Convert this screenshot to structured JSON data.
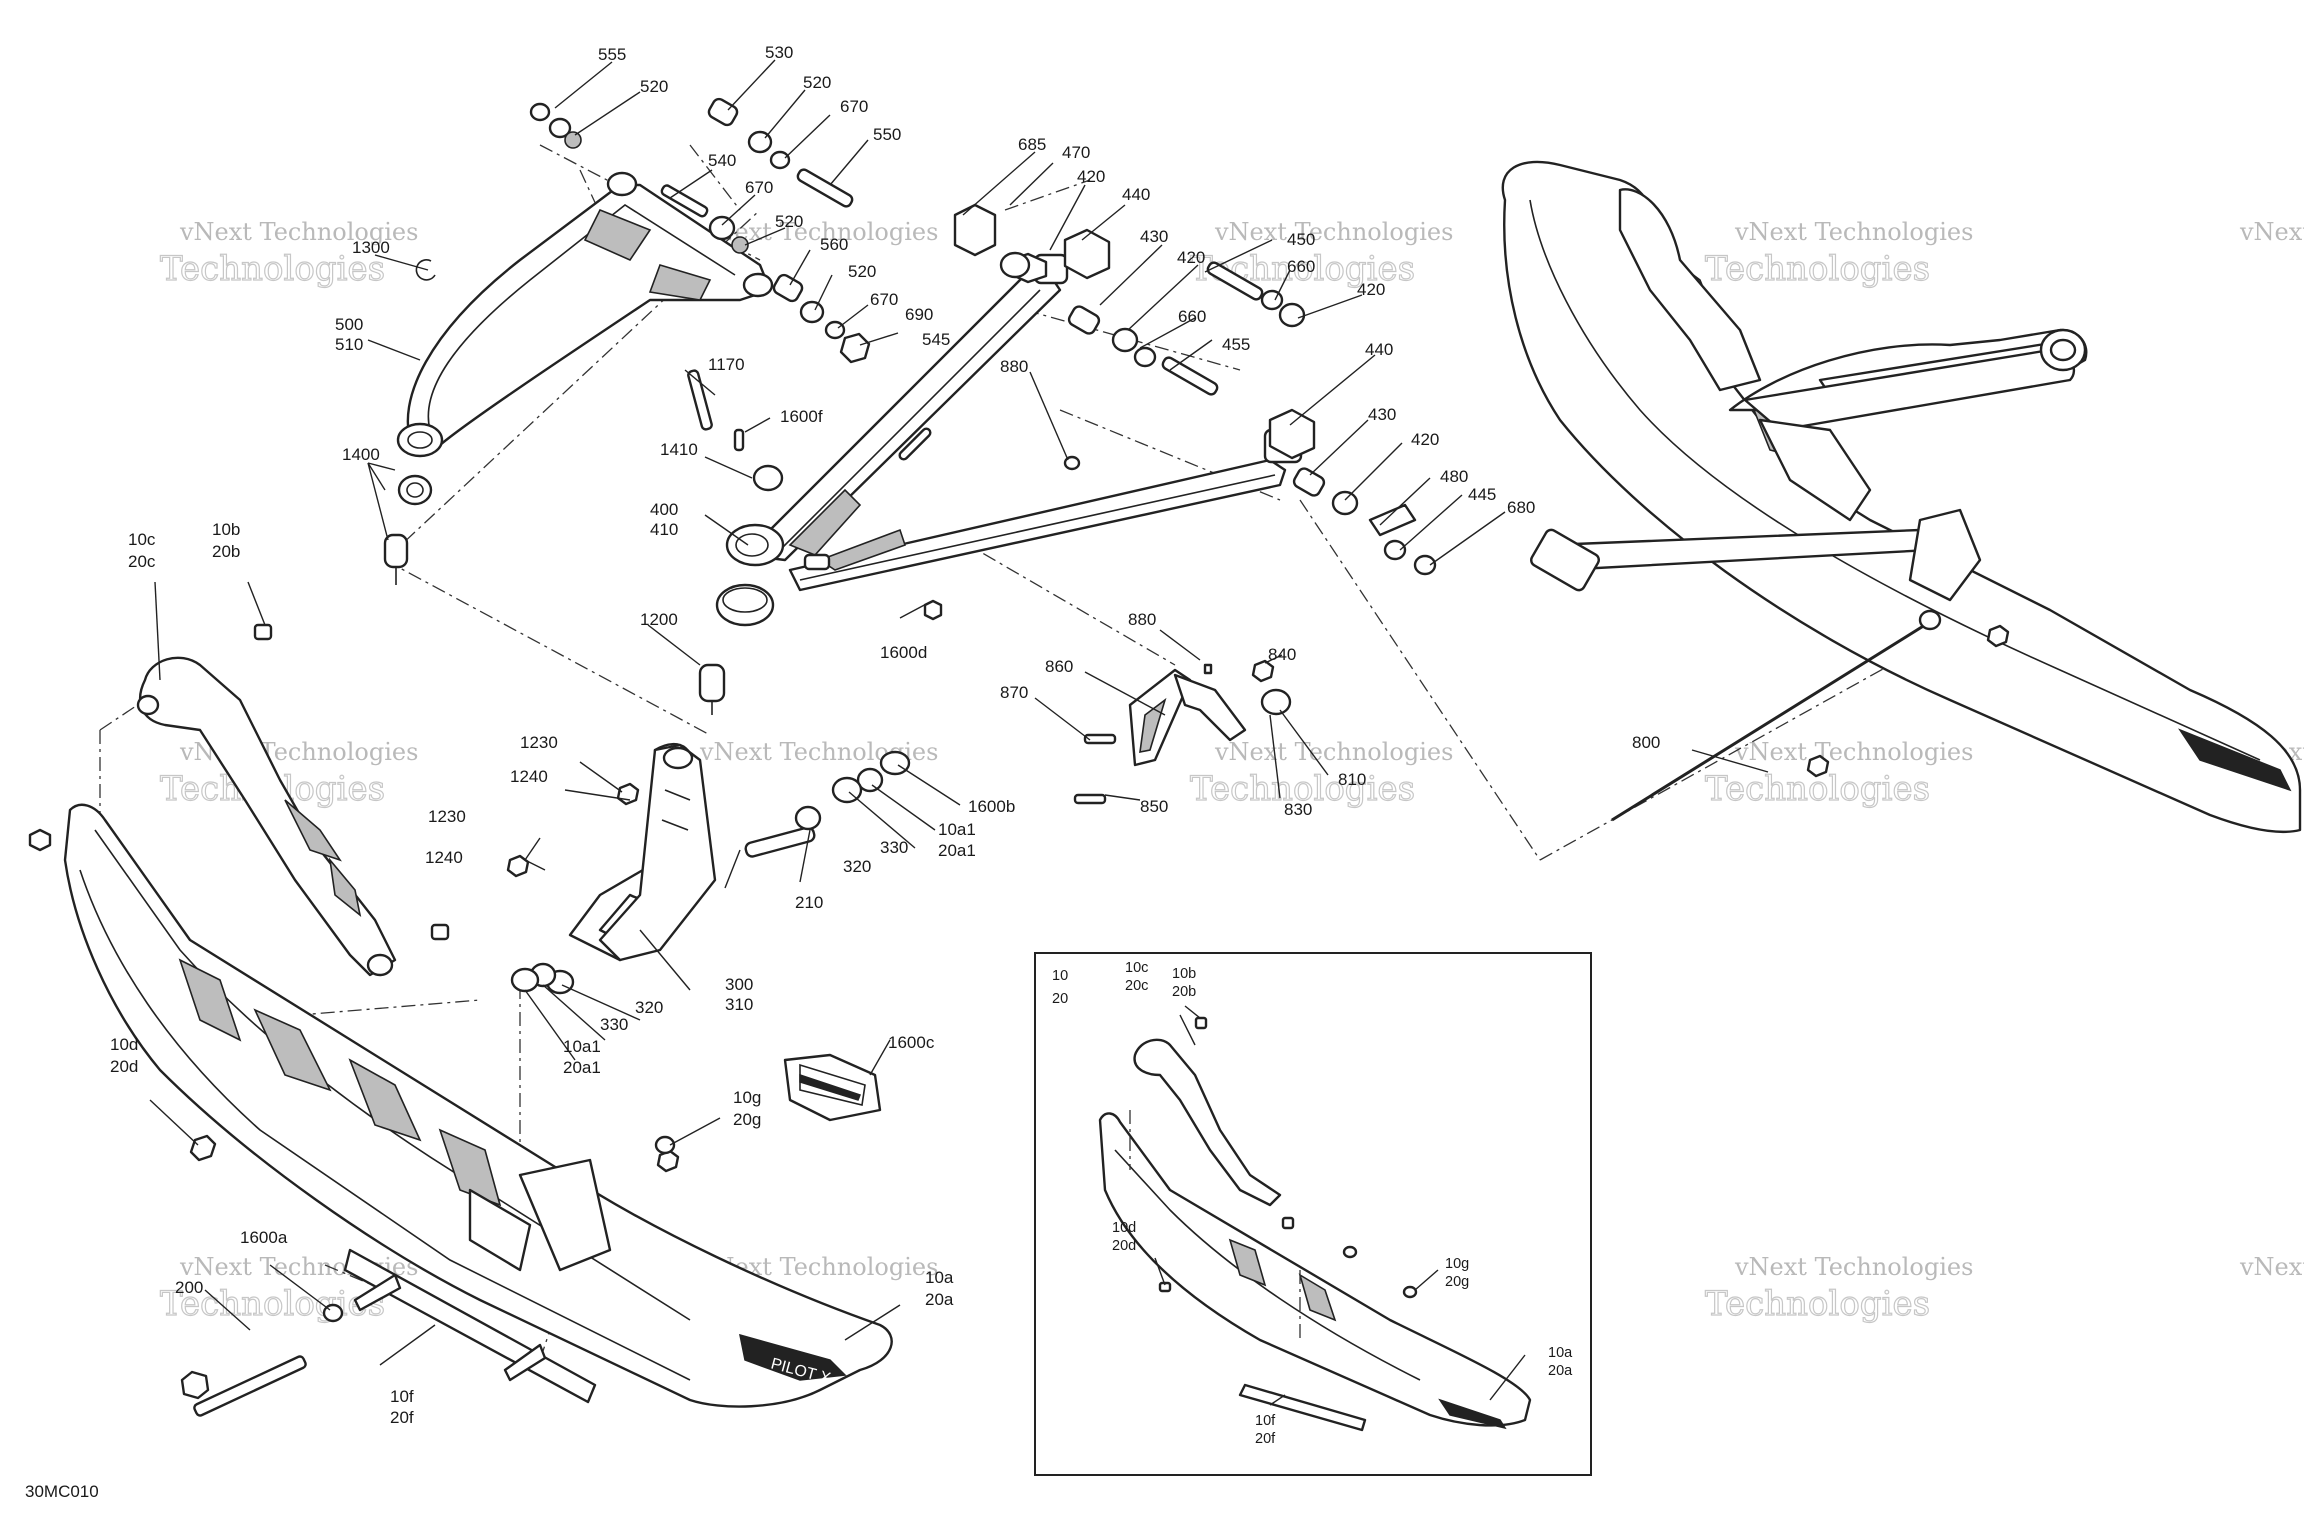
{
  "diagram_code": "30MC010",
  "watermark": {
    "line1": "vNext Technologies",
    "line2": "Technologies"
  },
  "callouts": {
    "c555": "555",
    "c520a": "520",
    "c530": "530",
    "c520b": "520",
    "c670a": "670",
    "c550": "550",
    "c540": "540",
    "c670b": "670",
    "c520c": "520",
    "c560": "560",
    "c520d": "520",
    "c670c": "670",
    "c690": "690",
    "c545": "545",
    "c1300": "1300",
    "c500": "500",
    "c510": "510",
    "c1170": "1170",
    "c1600f": "1600f",
    "c1410": "1410",
    "c1400": "1400",
    "c400": "400",
    "c410": "410",
    "c1200": "1200",
    "c1600d": "1600d",
    "c685": "685",
    "c470": "470",
    "c420a": "420",
    "c440a": "440",
    "c430a": "430",
    "c450": "450",
    "c420b": "420",
    "c660a": "660",
    "c420c": "420",
    "c660b": "660",
    "c455": "455",
    "c440b": "440",
    "c430b": "430",
    "c420d": "420",
    "c480": "480",
    "c445": "445",
    "c680": "680",
    "c880a": "880",
    "c880b": "880",
    "c860": "860",
    "c840": "840",
    "c870": "870",
    "c810": "810",
    "c850": "850",
    "c830": "830",
    "c800": "800",
    "c10c": "10c",
    "c20c": "20c",
    "c10b": "10b",
    "c20b": "20b",
    "c1230a": "1230",
    "c1240a": "1240",
    "c1230b": "1230",
    "c1240b": "1240",
    "c1600b": "1600b",
    "c10a1a": "10a1",
    "c20a1a": "20a1",
    "c330a": "330",
    "c320a": "320",
    "c210": "210",
    "c300": "300",
    "c310": "310",
    "c320b": "320",
    "c330b": "330",
    "c10a1b": "10a1",
    "c20a1b": "20a1",
    "c1600c": "1600c",
    "c10d": "10d",
    "c20d": "20d",
    "c10g": "10g",
    "c20g": "20g",
    "c1600a": "1600a",
    "c200": "200",
    "c10f": "10f",
    "c20f": "20f",
    "c10a": "10a",
    "c20a": "20a"
  },
  "inset": {
    "i10": "10",
    "i20": "20",
    "i10c": "10c",
    "i20c": "20c",
    "i10b": "10b",
    "i20b": "20b",
    "i10d": "10d",
    "i20d": "20d",
    "i10g": "10g",
    "i20g": "20g",
    "i10a": "10a",
    "i20a": "20a",
    "i10f": "10f",
    "i20f": "20f"
  },
  "ski_brand_text": "PILOT X"
}
